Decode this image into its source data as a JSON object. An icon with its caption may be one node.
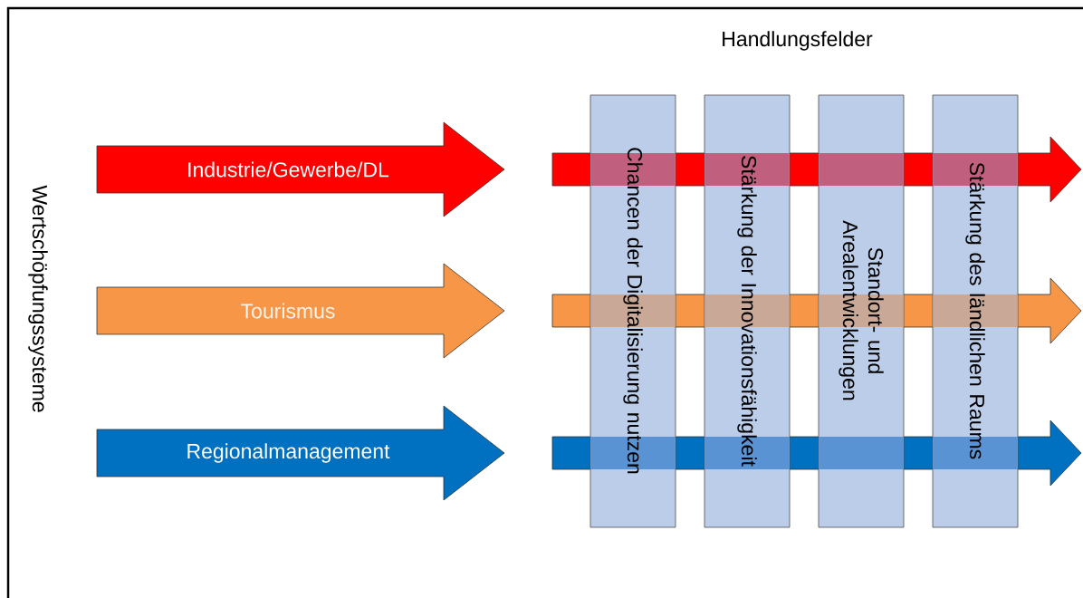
{
  "diagram": {
    "nodes": [
      {
        "text": [
          "Industrie/Gewerbe/DL"
        ]
      },
      {
        "text": [
          "Tourismus"
        ]
      },
      {
        "text": [
          "Regionalmanagement"
        ]
      },
      {
        "text": [
          "Chancen der Digitalisierung nutzen"
        ]
      },
      {
        "text": [
          "Stärkung der Innovationsfähigkeit"
        ]
      },
      {
        "text": [
          "Standort- und Arealentwicklungen"
        ]
      },
      {
        "text": [
          "Stärkung des ländlichen Raums"
        ]
      }
    ],
    "labels": [
      "Handlungsfelder",
      "Wertschöpfungssysteme"
    ]
  }
}
